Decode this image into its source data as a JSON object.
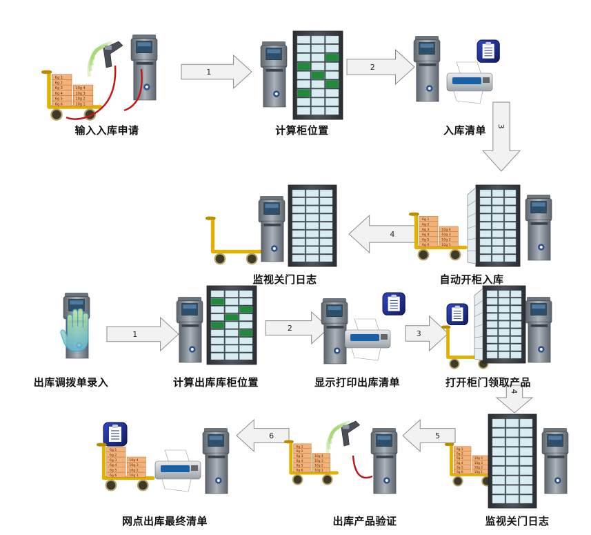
{
  "section_a": {
    "steps": [
      {
        "label": "输入入库申请"
      },
      {
        "label": "计算柜位置"
      },
      {
        "label": "入库清单"
      },
      {
        "label": "自动开柜入库"
      },
      {
        "label": "监视关门日志"
      }
    ],
    "arrows": [
      "1",
      "2",
      "3",
      "4"
    ]
  },
  "section_b": {
    "steps": [
      {
        "label": "出库调拨单录入"
      },
      {
        "label": "计算出库库柜位置"
      },
      {
        "label": "显示打印出库清单"
      },
      {
        "label": "打开柜门领取产品"
      },
      {
        "label": "监视关门日志"
      },
      {
        "label": "出库产品验证"
      },
      {
        "label": "网点出库最终清单"
      }
    ],
    "arrows": [
      "1",
      "2",
      "3",
      "4",
      "5",
      "6"
    ]
  },
  "cart_labels": {
    "left_col": [
      "6g 6",
      "6g 5",
      "6g 4",
      "6g 3",
      "6g 2",
      "6g 1"
    ],
    "right_col": [
      "10g 4",
      "10g 3",
      "10g 2",
      "10g 1"
    ]
  },
  "colors": {
    "cabinet_dark": "#3a3f45",
    "cabinet_glass": "#d8ecf2",
    "cabinet_green": "#1f8a3a",
    "cart_yellow": "#e2b100",
    "box_orange": "#f2b27a",
    "kiosk_grey": "#7e8790",
    "kiosk_screen": "#2c4f6b",
    "arrow_fill": "#f2f2f2",
    "arrow_stroke": "#8a8a8a",
    "scan_green": "#9fd46a",
    "cable_red": "#c01818",
    "doc_blue": "#1c2d8a"
  }
}
